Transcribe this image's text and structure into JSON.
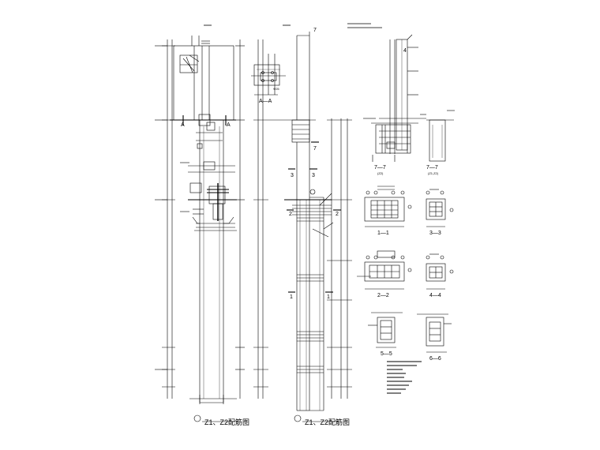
{
  "drawing": {
    "column1_title": "Z1、Z2配筋图",
    "column2_title": "Z1、Z2配筋图",
    "section_aa": "A—A",
    "section_a_left": "A",
    "section_a_right": "A",
    "section_marks": {
      "s7_top": "7",
      "s7_mid": "7",
      "s3_left": "3",
      "s3_right": "3",
      "s2_left": "2",
      "s2_right": "2",
      "s1_left": "1",
      "s1_right": "1",
      "s4": "4"
    },
    "detail_labels": {
      "d77a": "7—7",
      "d77a_sub": "(Z2)",
      "d77b": "7—7",
      "d77b_sub": "(Z1,Z2)",
      "d11": "1—1",
      "d33": "3—3",
      "d22": "2—2",
      "d44": "4—4",
      "d55": "5—5",
      "d66": "6—6"
    },
    "dim_texts": {
      "aa_dim": "Φ25"
    }
  }
}
